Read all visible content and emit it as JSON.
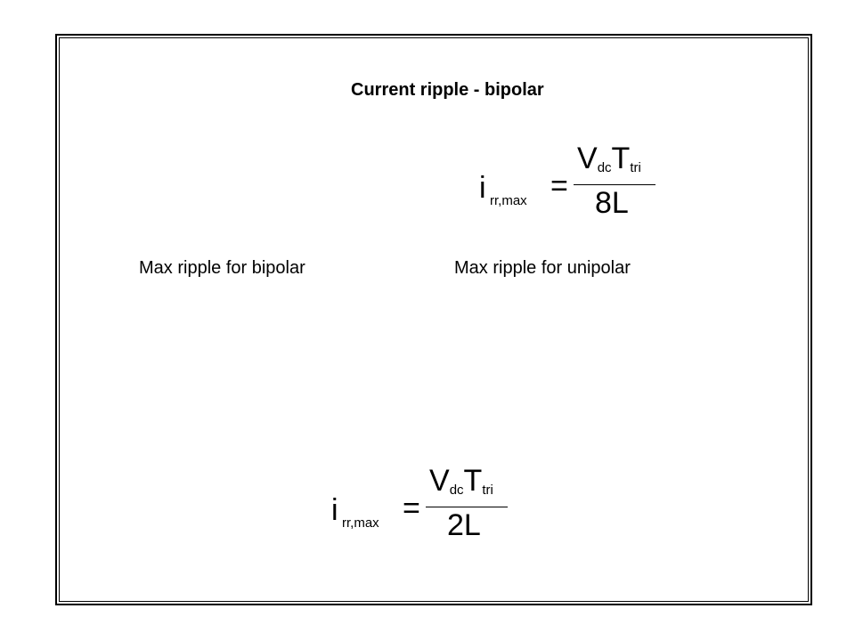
{
  "slide": {
    "title": "Current ripple - bipolar",
    "caption_bipolar": "Max ripple for bipolar",
    "caption_unipolar": "Max ripple for unipolar"
  },
  "formula_bipolar": {
    "lhs_symbol": "i",
    "lhs_subscript": "rr,max",
    "equals": "=",
    "num_v": "V",
    "num_v_sub": "dc",
    "num_t": "T",
    "num_t_sub": "tri",
    "denominator": "8L"
  },
  "formula_unipolar": {
    "lhs_symbol": "i",
    "lhs_subscript": "rr,max",
    "equals": "=",
    "num_v": "V",
    "num_v_sub": "dc",
    "num_t": "T",
    "num_t_sub": "tri",
    "denominator": "2L"
  }
}
